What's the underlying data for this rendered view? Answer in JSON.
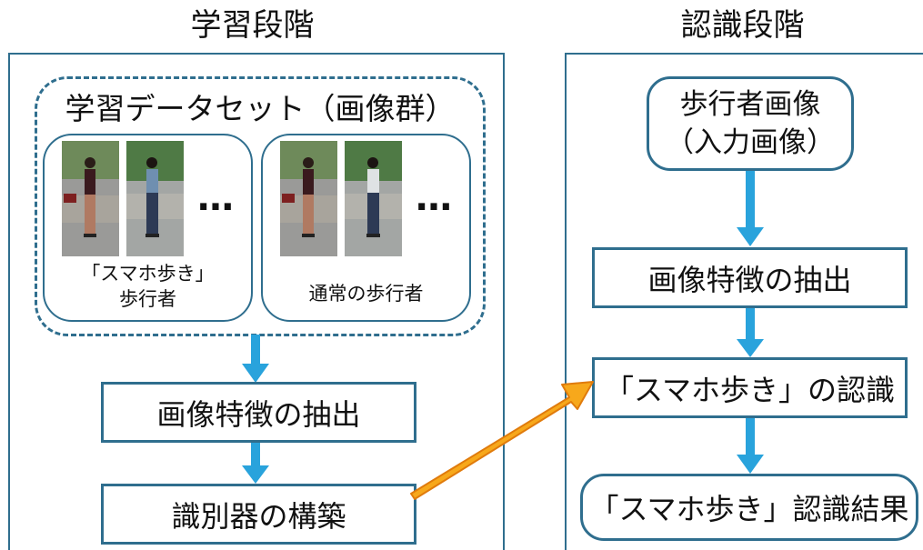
{
  "colors": {
    "border": "#2f6e8e",
    "arrow_blue": "#29a3dc",
    "arrow_orange": "#f7a81b"
  },
  "learning": {
    "title": "学習段階",
    "dataset_title": "学習データセット（画像群）",
    "group1_caption_line1": "「スマホ歩き」",
    "group1_caption_line2": "歩行者",
    "group2_caption": "通常の歩行者",
    "ellipsis": "…",
    "feature_extraction": "画像特徴の抽出",
    "classifier_build": "識別器の構築"
  },
  "recognition": {
    "title": "認識段階",
    "input_line1": "歩行者画像",
    "input_line2": "（入力画像）",
    "feature_extraction": "画像特徴の抽出",
    "recognize": "「スマホ歩き」の認識",
    "result": "「スマホ歩き」認識結果"
  }
}
